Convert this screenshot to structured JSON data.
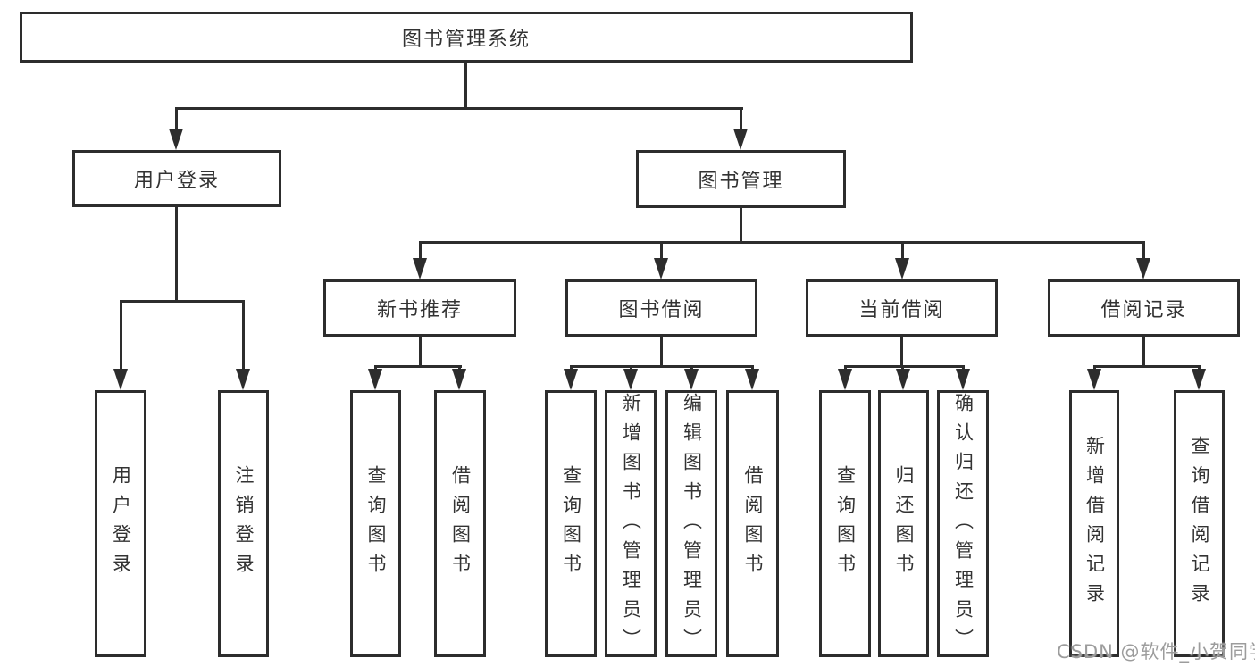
{
  "tree": {
    "root": {
      "label": "图书管理系统"
    },
    "branches": [
      {
        "label": "用户登录",
        "leaves": [
          {
            "label": "用户登录"
          },
          {
            "label": "注销登录"
          }
        ]
      },
      {
        "label": "图书管理",
        "groups": [
          {
            "label": "新书推荐",
            "leaves": [
              {
                "label": "查询图书"
              },
              {
                "label": "借阅图书"
              }
            ]
          },
          {
            "label": "图书借阅",
            "leaves": [
              {
                "label": "查询图书"
              },
              {
                "label": "新增图书（管理员）"
              },
              {
                "label": "编辑图书（管理员）"
              },
              {
                "label": "借阅图书"
              }
            ]
          },
          {
            "label": "当前借阅",
            "leaves": [
              {
                "label": "查询图书"
              },
              {
                "label": "归还图书"
              },
              {
                "label": "确认归还（管理员）"
              }
            ]
          },
          {
            "label": "借阅记录",
            "leaves": [
              {
                "label": "新增借阅记录"
              },
              {
                "label": "查询借阅记录"
              }
            ]
          }
        ]
      }
    ]
  },
  "watermark": {
    "text": "CSDN @软件_小贺同学"
  },
  "colors": {
    "line": "#2d2d2d",
    "box_border": "#2d2d2d",
    "box_fill": "#ffffff",
    "text": "#333333",
    "watermark": "#9c9c9c",
    "background": "#ffffff"
  }
}
